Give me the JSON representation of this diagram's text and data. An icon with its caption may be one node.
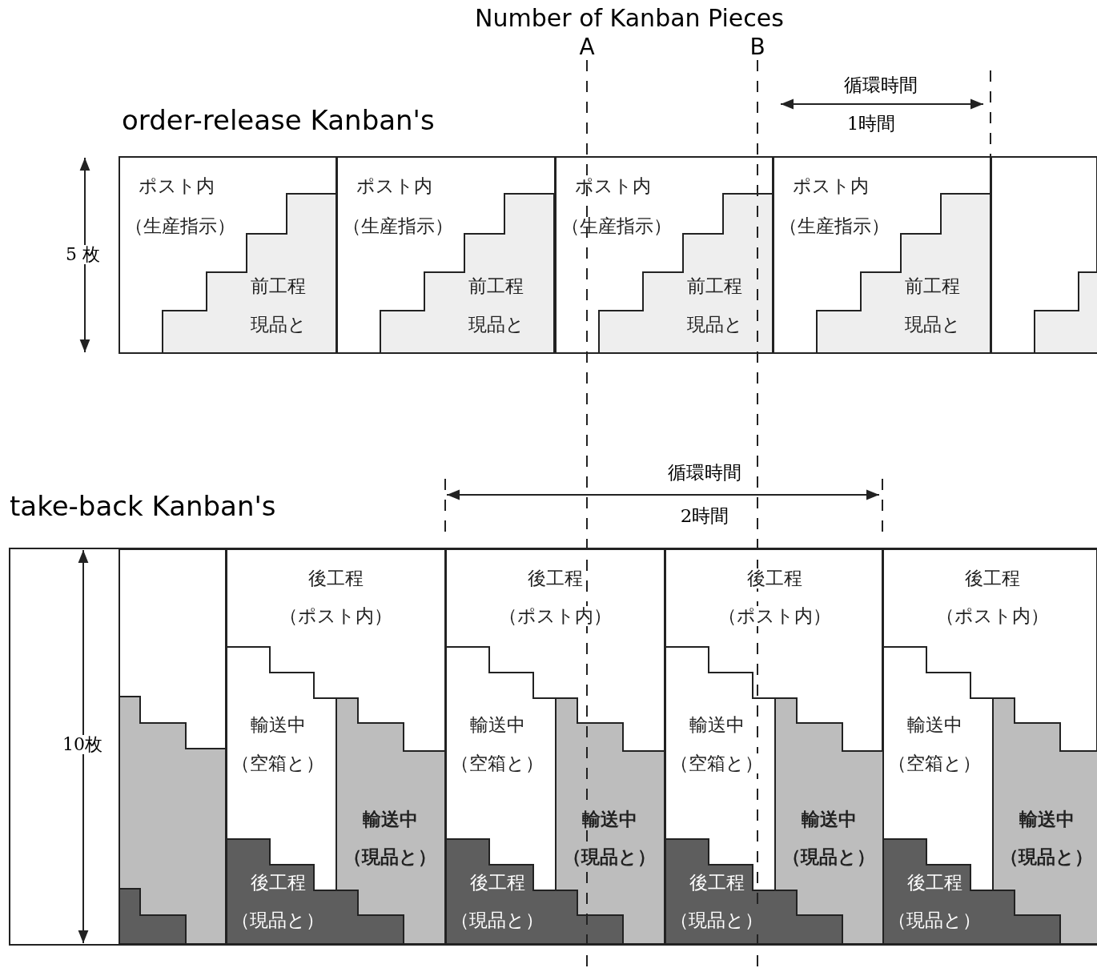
{
  "diagram": {
    "title": "Number of Kanban Pieces",
    "nodes": [
      {
        "text": [
          "ポスト内",
          "（生産指示）",
          "前工程",
          "現品と"
        ]
      },
      {
        "text": [
          "ポスト内",
          "（生産指示）",
          "前工程",
          "現品と"
        ]
      },
      {
        "text": [
          "ポスト内",
          "（生産指示）",
          "前工程",
          "現品と"
        ]
      },
      {
        "text": [
          "ポスト内",
          "（生産指示）",
          "前工程",
          "現品と"
        ]
      },
      {
        "text": [],
        "shape": "box"
      },
      {
        "text": [],
        "shape": "box"
      },
      {
        "text": [
          "後工程",
          "（ポスト内）",
          "輸送中",
          "（空箱と）",
          "輸送中",
          "（現品と）",
          "後工程",
          "（現品と）"
        ]
      },
      {
        "text": [
          "後工程",
          "（ポスト内）",
          "輸送中",
          "（空箱と）",
          "輸送中",
          "（現品と）",
          "後工程",
          "（現品と）"
        ]
      },
      {
        "text": [
          "後工程",
          "（ポスト内）",
          "輸送中",
          "（空箱と）",
          "輸送中",
          "（現品と）",
          "後工程",
          "（現品と）"
        ]
      },
      {
        "text": [
          "後工程",
          "（ポスト内）",
          "輸送中",
          "（空箱と）",
          "輸送中",
          "（現品と）",
          "後工程",
          "（現品と）"
        ]
      }
    ],
    "labels": [
      "A",
      "B",
      "循環時間",
      "1時間",
      "order-release Kanban's",
      "5 枚",
      "循環時間",
      "2時間",
      "take-back Kanban's",
      "10枚"
    ]
  }
}
